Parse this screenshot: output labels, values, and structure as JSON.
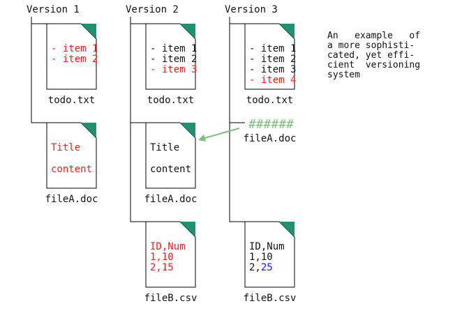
{
  "versions": [
    {
      "label": "Version 1",
      "files": [
        {
          "name": "todo.txt",
          "lines": [
            {
              "text": "- item 1",
              "color": "#ff1a1a"
            },
            {
              "text": "- item 2",
              "color": "#ff1a1a"
            }
          ]
        },
        {
          "name": "fileA.doc",
          "lines": [
            {
              "text": "Title",
              "color": "#ff1a1a"
            },
            {
              "text": "content",
              "color": "#ff1a1a"
            }
          ]
        }
      ]
    },
    {
      "label": "Version 2",
      "files": [
        {
          "name": "todo.txt",
          "lines": [
            {
              "text": "- item 1",
              "color": "#111111"
            },
            {
              "text": "- item 2",
              "color": "#111111"
            },
            {
              "text": "- item 3",
              "color": "#ff1a1a"
            }
          ]
        },
        {
          "name": "fileA.doc",
          "lines": [
            {
              "text": "Title",
              "color": "#111111"
            },
            {
              "text": "content",
              "color": "#111111"
            }
          ]
        },
        {
          "name": "fileB.csv",
          "lines": [
            {
              "text": "ID,Num",
              "color": "#ff1a1a"
            },
            {
              "text": "1,10",
              "color": "#ff1a1a"
            },
            {
              "text": "2,15",
              "color": "#ff1a1a"
            }
          ]
        }
      ]
    },
    {
      "label": "Version 3",
      "files": [
        {
          "name": "todo.txt",
          "lines": [
            {
              "text": "- item 1",
              "color": "#111111"
            },
            {
              "text": "- item 2",
              "color": "#111111"
            },
            {
              "text": "- item 3",
              "color": "#111111"
            },
            {
              "text": "- item 4",
              "color": "#ff1a1a"
            }
          ]
        },
        {
          "name": "fileA.doc",
          "pointer": "######"
        },
        {
          "name": "fileB.csv",
          "lines": [
            {
              "text": "ID,Num",
              "color": "#111111"
            },
            {
              "text": "1,10",
              "color": "#111111"
            },
            {
              "runs": [
                {
                  "text": "2,",
                  "color": "#111111"
                },
                {
                  "text": "25",
                  "color": "#1a1aff"
                }
              ]
            }
          ]
        }
      ]
    }
  ],
  "note": {
    "lines": [
      "An   example   of",
      "a more sophisti-",
      "cated, yet effi-",
      "cient  versioning",
      "system"
    ]
  },
  "colors": {
    "line": "#000000",
    "fold": "#1f9070",
    "pointer": "#7cc07c",
    "changed": "#ff1a1a",
    "blue": "#1a1aff"
  }
}
